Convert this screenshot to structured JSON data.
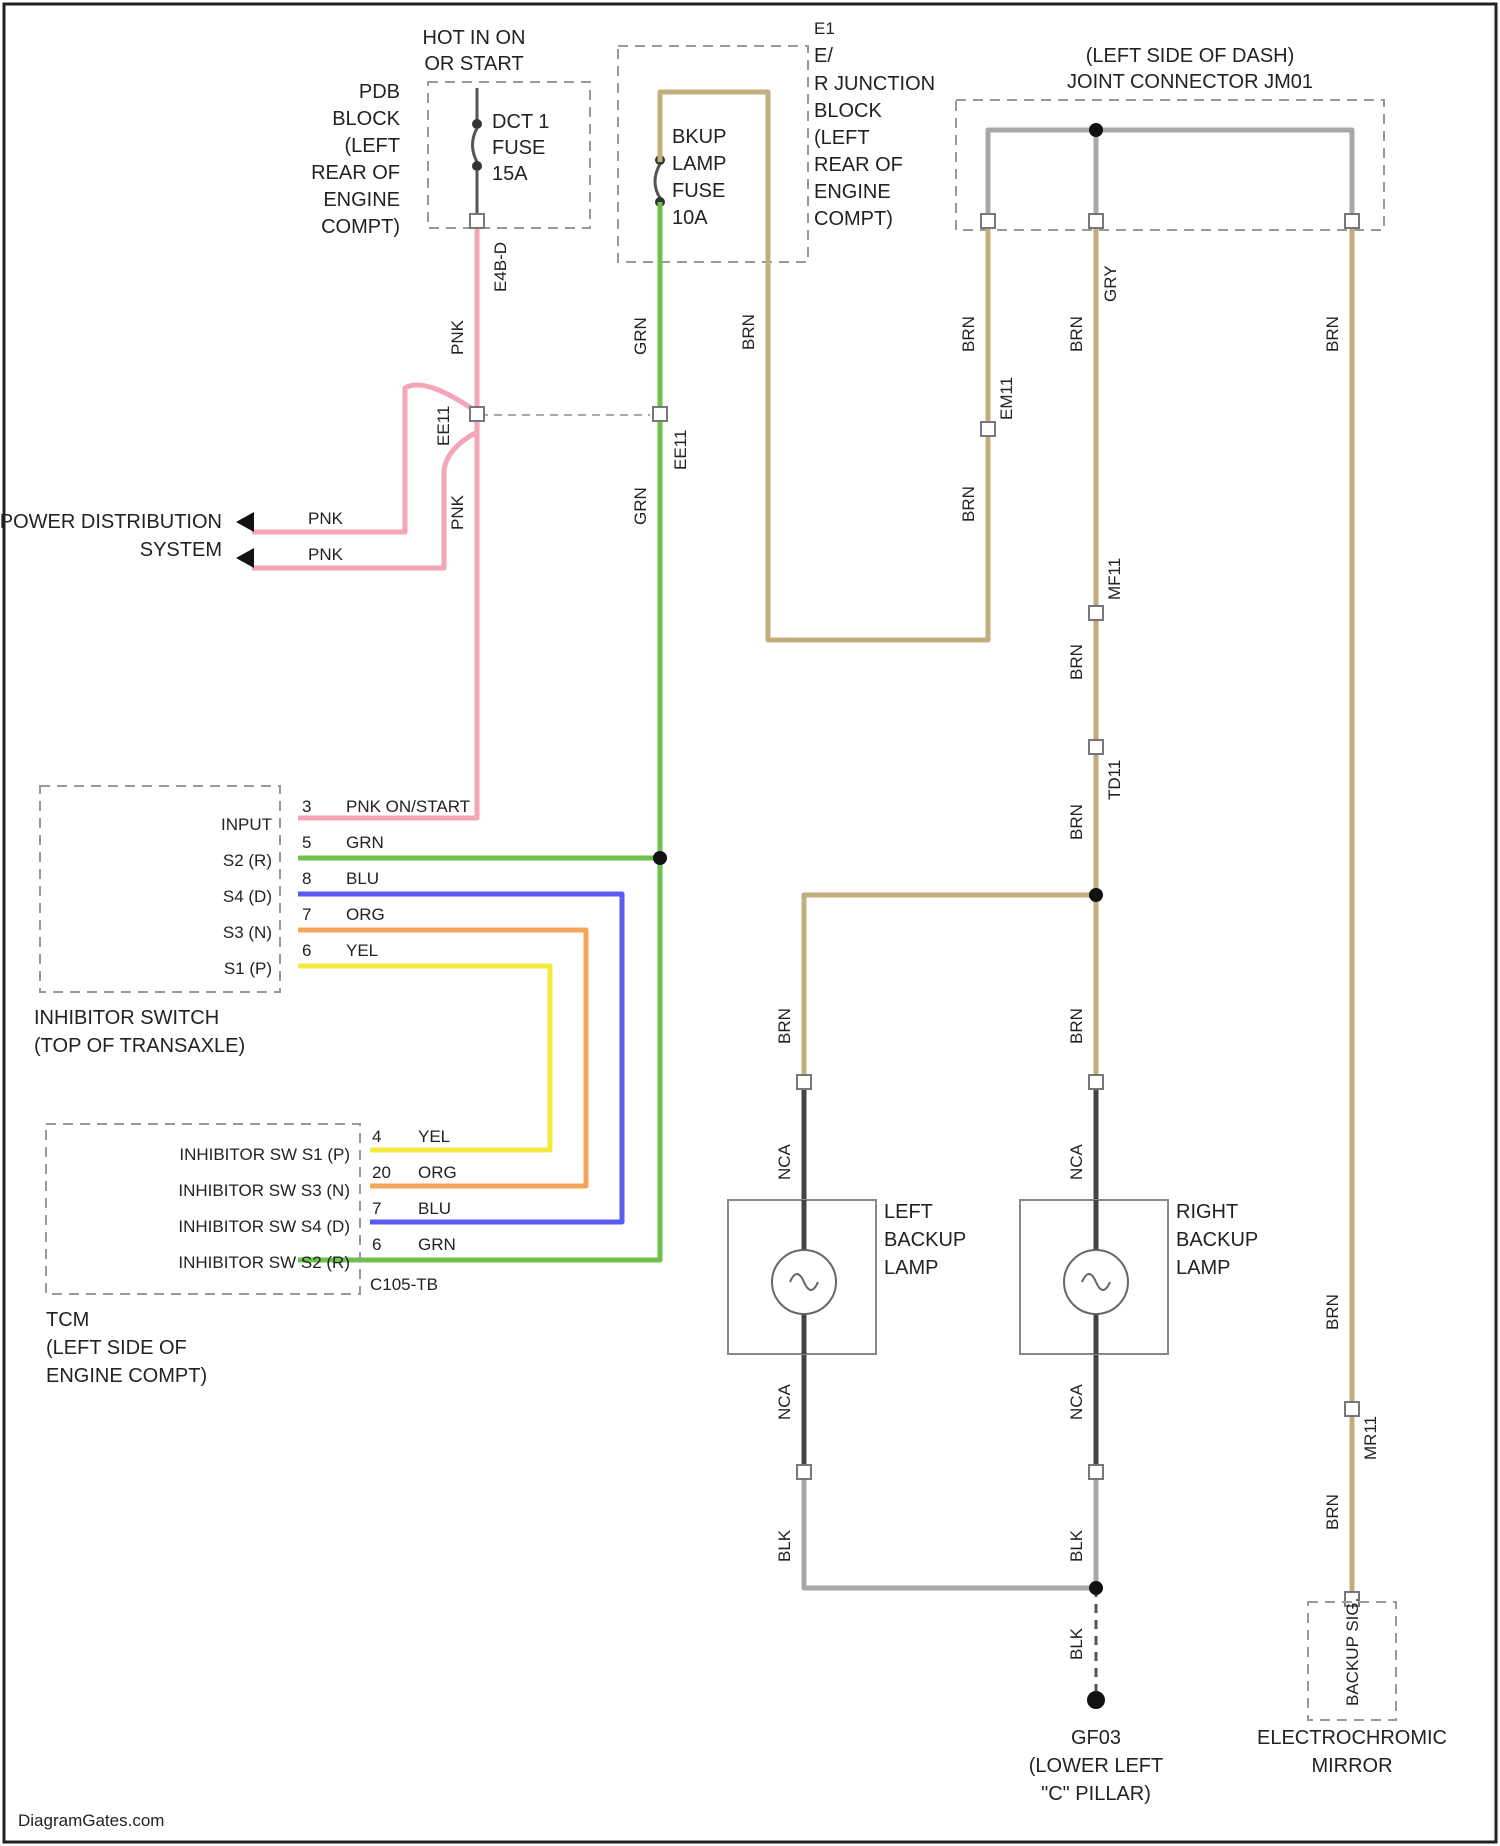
{
  "colors": {
    "pnk": "#f4a6b8",
    "grn": "#6cc24a",
    "blu": "#5a5af0",
    "org": "#f5a55a",
    "yel": "#f2ea3c",
    "brn": "#c2ae7c",
    "gry": "#a8a8a8",
    "blk": "#444444"
  },
  "hot": {
    "line1": "HOT IN ON",
    "line2": "OR START"
  },
  "pdb": {
    "lines": [
      "PDB",
      "BLOCK",
      "(LEFT",
      "REAR OF",
      "ENGINE",
      "COMPT)"
    ]
  },
  "fuse_dct": {
    "lines": [
      "DCT 1",
      "FUSE",
      "15A"
    ]
  },
  "fuse_bkup": {
    "lines": [
      "BKUP",
      "LAMP",
      "FUSE",
      "10A"
    ]
  },
  "ej_box": {
    "lines": [
      "E/",
      "R JUNCTION",
      "BLOCK",
      "(LEFT",
      "REAR OF",
      "ENGINE",
      "COMPT)"
    ]
  },
  "joint": {
    "line1": "(LEFT SIDE OF DASH)",
    "line2": "JOINT CONNECTOR JM01"
  },
  "power": {
    "line1": "POWER DISTRIBUTION",
    "line2": "SYSTEM"
  },
  "inhibitor": {
    "pins": [
      {
        "name": "INPUT",
        "num": "3",
        "wire": "PNK ON/START"
      },
      {
        "name": "S2 (R)",
        "num": "5",
        "wire": "GRN"
      },
      {
        "name": "S4 (D)",
        "num": "8",
        "wire": "BLU"
      },
      {
        "name": "S3 (N)",
        "num": "7",
        "wire": "ORG"
      },
      {
        "name": "S1 (P)",
        "num": "6",
        "wire": "YEL"
      }
    ],
    "caption1": "INHIBITOR SWITCH",
    "caption2": "(TOP OF TRANSAXLE)"
  },
  "tcm": {
    "pins": [
      {
        "name": "INHIBITOR SW S1 (P)",
        "num": "4",
        "wire": "YEL"
      },
      {
        "name": "INHIBITOR SW S3 (N)",
        "num": "20",
        "wire": "ORG"
      },
      {
        "name": "INHIBITOR SW S4 (D)",
        "num": "7",
        "wire": "BLU"
      },
      {
        "name": "INHIBITOR SW S2 (R)",
        "num": "6",
        "wire": "GRN"
      }
    ],
    "connector": "C105-TB",
    "lines": [
      "TCM",
      "(LEFT SIDE OF",
      "ENGINE COMPT)"
    ]
  },
  "left_lamp": {
    "lines": [
      "LEFT",
      "BACKUP",
      "LAMP"
    ]
  },
  "right_lamp": {
    "lines": [
      "RIGHT",
      "BACKUP",
      "LAMP"
    ]
  },
  "ground": {
    "lines": [
      "GF03",
      "(LOWER LEFT",
      "\"C\" PILLAR)"
    ]
  },
  "mirror": {
    "lines": [
      "ELECTROCHROMIC",
      "MIRROR"
    ],
    "pin_label": "BACKUP SIG."
  },
  "wire_labels": {
    "pnk": "PNK",
    "grn": "GRN",
    "brn": "BRN",
    "nca": "NCA",
    "blk": "BLK",
    "gry": "GRY",
    "conn_pdb": "E4B-D",
    "conn_e": "E1",
    "conn_pnk": "EE11",
    "conn_grn": "EE11",
    "conn_j": "EM11",
    "conn_m": "MF11",
    "conn_t": "TD11",
    "conn_mirror": "MR11"
  },
  "watermark": "DiagramGates.com"
}
